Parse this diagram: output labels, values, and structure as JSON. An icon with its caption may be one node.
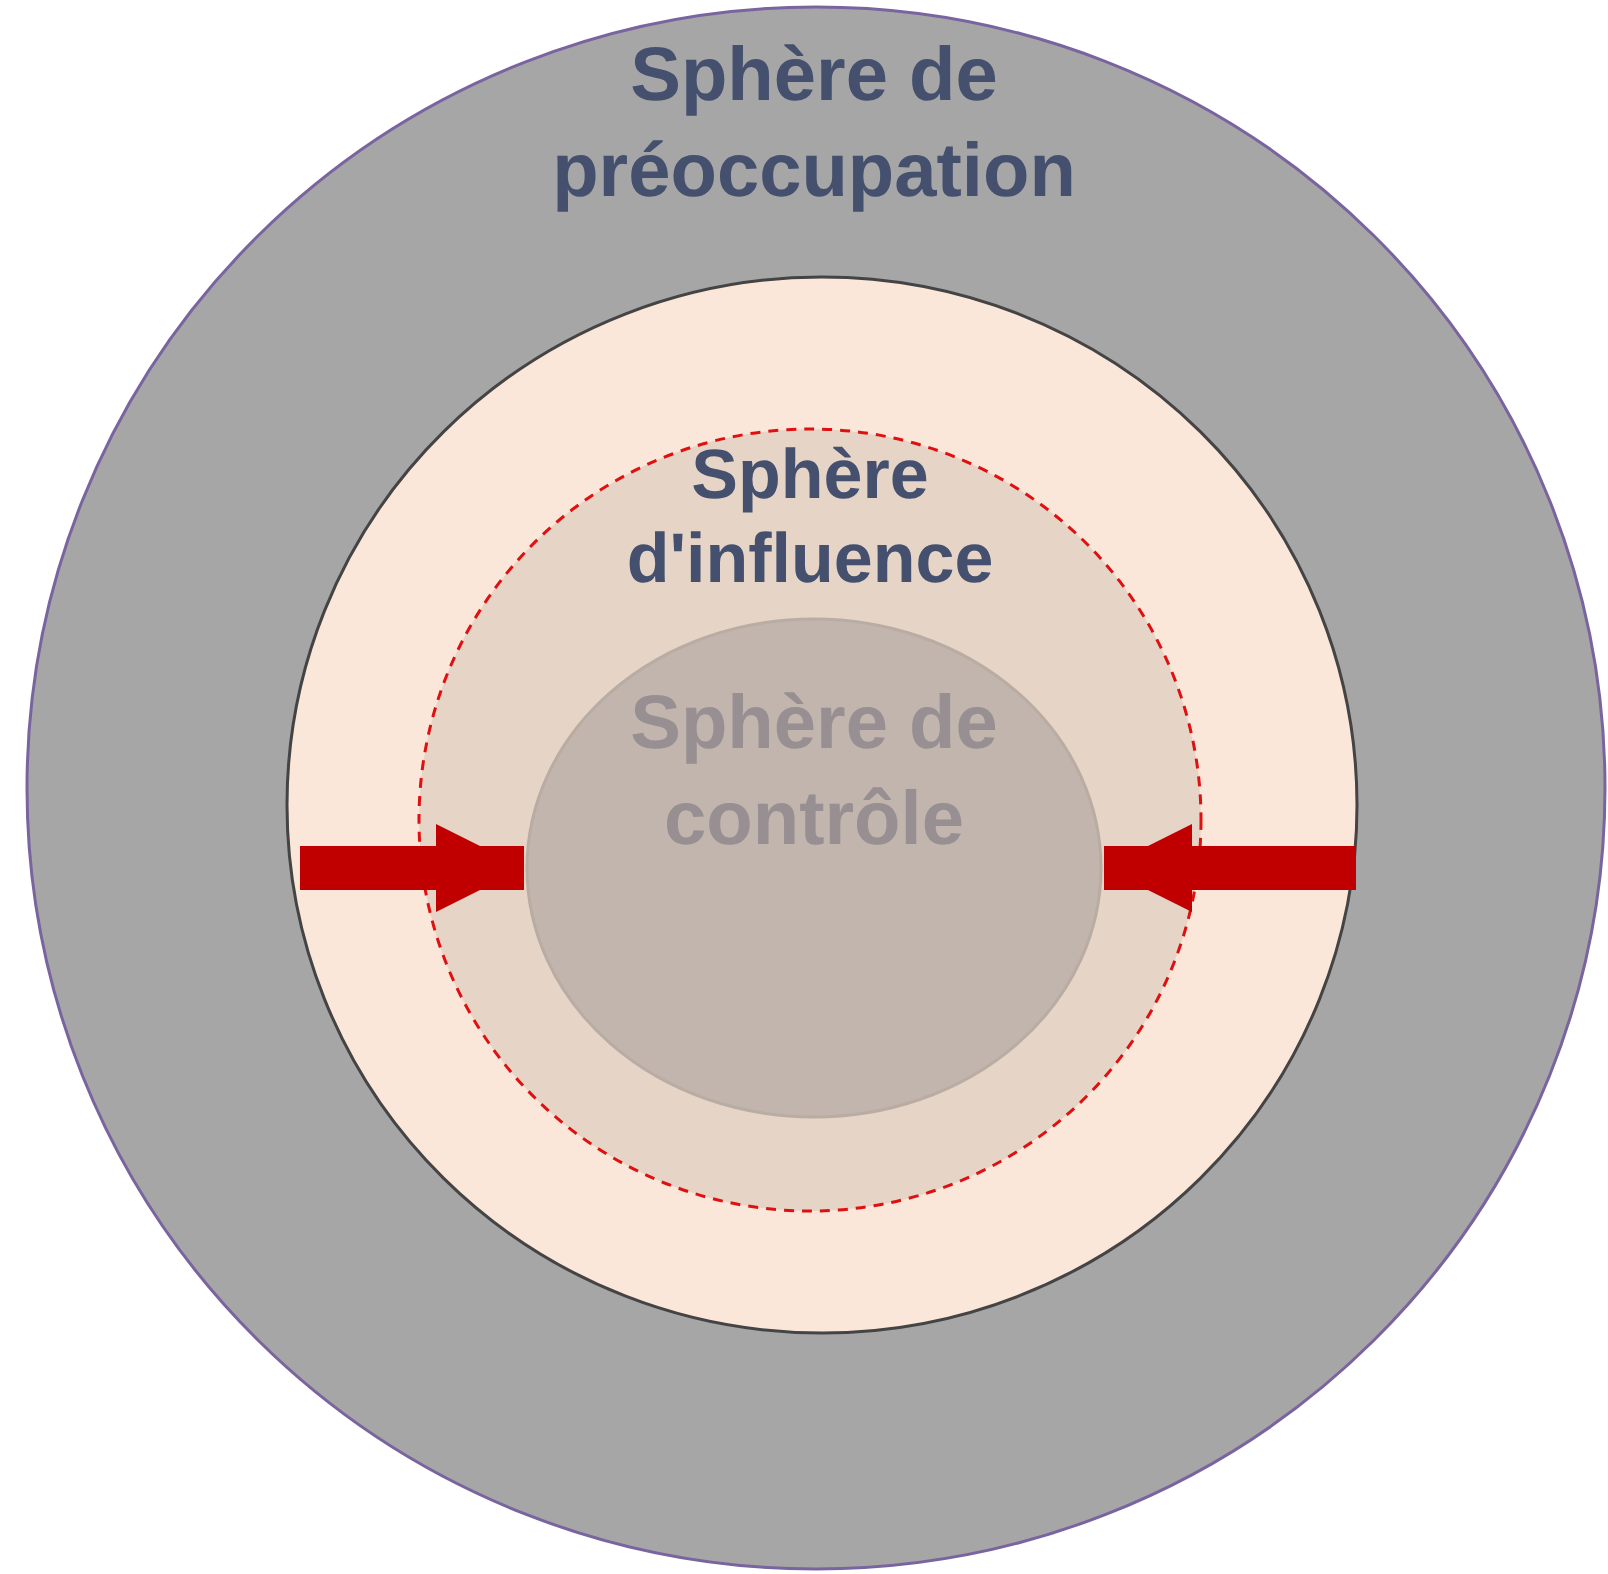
{
  "diagram": {
    "nodes": [
      {
        "text": [
          "Sphère de préoccupation"
        ]
      },
      {
        "text": [],
        "shape": "circle",
        "in": 0
      },
      {
        "text": [
          "Sphère d'influence"
        ],
        "in": 1
      },
      {
        "text": [
          "Sphère de contrôle"
        ],
        "in": 2
      }
    ],
    "edges": [
      {
        "from": null,
        "to": 3,
        "arrow": "to"
      },
      {
        "from": null,
        "to": 3,
        "arrow": "to"
      }
    ]
  }
}
